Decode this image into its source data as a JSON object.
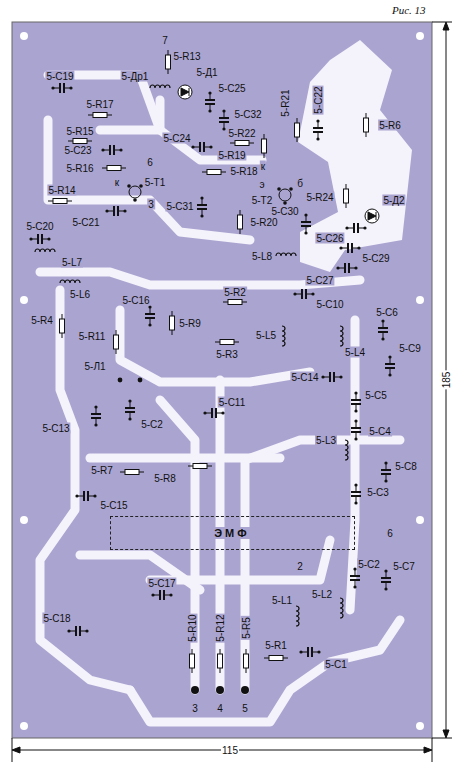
{
  "diagram": {
    "caption": "Рис. 13",
    "nodes": [
      {
        "text": [
          "ЭМФ"
        ]
      }
    ],
    "labels": [
      "7",
      "5-R13",
      "5-Д1",
      "5-C19",
      "5-Др1",
      "5-C25",
      "5-R17",
      "5-C32",
      "5-R21",
      "5-C22",
      "5-R15",
      "5-R22",
      "5-R6",
      "5-C23",
      "5-C24",
      "5-R19",
      "5-R16",
      "6",
      "5-R18",
      "к",
      "к",
      "5-T1",
      "э",
      "б",
      "3",
      "5-R14",
      "5-T2",
      "5-R24",
      "5-Д2",
      "5-C21",
      "5-C31",
      "5-C30",
      "5-R20",
      "5-C26",
      "5-C20",
      "5-L7",
      "5-L8",
      "5-C29",
      "5-C27",
      "5-L6",
      "5-C16",
      "5-R2",
      "5-C10",
      "5-R4",
      "5-R9",
      "5-C6",
      "5-L4",
      "5-R11",
      "5-L5",
      "5-C9",
      "5-Л1",
      "5-R3",
      "5-C14",
      "5-C5",
      "5-C11",
      "5-C13",
      "5-C2",
      "5-C4",
      "5-L3",
      "5-C8",
      "5-R7",
      "5-R8",
      "5-C3",
      "5-C15",
      "6",
      "2",
      "5-C2",
      "5-C7",
      "5-C17",
      "5-L1",
      "5-L2",
      "5-C18",
      "5-R10",
      "5-R12",
      "5-R5",
      "5-R1",
      "5-C1",
      "3",
      "4",
      "5",
      "185",
      "115"
    ]
  }
}
